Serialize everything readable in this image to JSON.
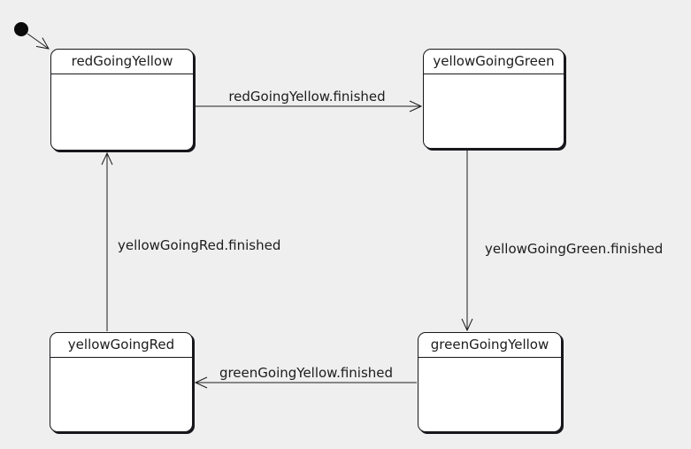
{
  "diagram": {
    "type": "uml-state-machine",
    "background_color": "#efefef",
    "state_fill_color": "#ffffff",
    "stroke_color": "#17171c",
    "initial_state": {
      "shape": "filled-black-dot",
      "transition_to": "redGoingYellow"
    },
    "states": [
      {
        "name": "redGoingYellow"
      },
      {
        "name": "yellowGoingGreen"
      },
      {
        "name": "greenGoingYellow"
      },
      {
        "name": "yellowGoingRed"
      }
    ],
    "transitions": [
      {
        "from": "initial",
        "to": "redGoingYellow",
        "label": ""
      },
      {
        "from": "redGoingYellow",
        "to": "yellowGoingGreen",
        "label": "redGoingYellow.finished"
      },
      {
        "from": "yellowGoingGreen",
        "to": "greenGoingYellow",
        "label": "yellowGoingGreen.finished"
      },
      {
        "from": "greenGoingYellow",
        "to": "yellowGoingRed",
        "label": "greenGoingYellow.finished"
      },
      {
        "from": "yellowGoingRed",
        "to": "redGoingYellow",
        "label": "yellowGoingRed.finished"
      }
    ]
  }
}
